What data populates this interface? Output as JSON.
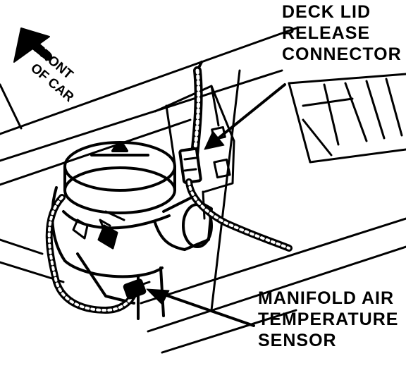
{
  "labels": {
    "deck_lid": [
      "DECK LID",
      "RELEASE",
      "CONNECTOR"
    ],
    "maf": [
      "MANIFOLD AIR",
      "TEMPERATURE",
      "SENSOR"
    ],
    "front": [
      "FRONT",
      "OF CAR"
    ]
  },
  "colors": {
    "ink": "#000000",
    "paper": "#ffffff"
  }
}
